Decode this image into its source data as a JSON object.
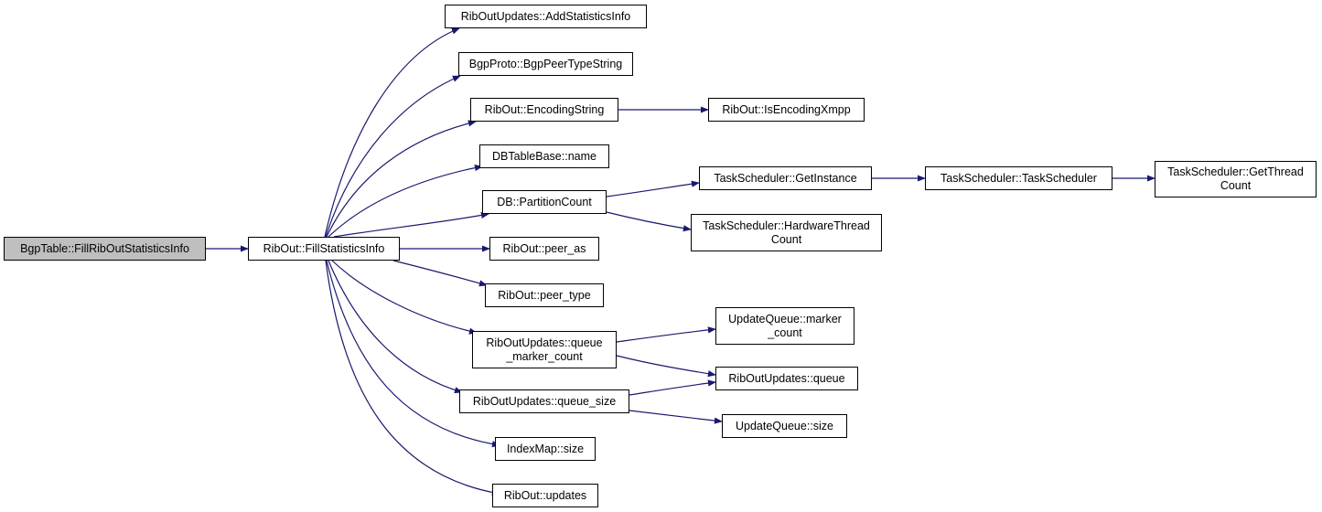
{
  "colors": {
    "edge": "#191970",
    "root_fill": "#bfbfbf",
    "node_fill": "#ffffff",
    "border": "#000000"
  },
  "nodes": [
    {
      "id": "n0",
      "name": "node-bgptable-fillriboutstatisticsinfo",
      "lines": [
        "BgpTable::FillRibOutStatisticsInfo"
      ],
      "root": true
    },
    {
      "id": "n1",
      "name": "node-ribout-fillstatisticsinfo",
      "lines": [
        "RibOut::FillStatisticsInfo"
      ]
    },
    {
      "id": "n2",
      "name": "node-riboutupdates-addstatisticsinfo",
      "lines": [
        "RibOutUpdates::AddStatisticsInfo"
      ]
    },
    {
      "id": "n3",
      "name": "node-bgpproto-bgppeertypestring",
      "lines": [
        "BgpProto::BgpPeerTypeString"
      ]
    },
    {
      "id": "n4",
      "name": "node-ribout-encodingstring",
      "lines": [
        "RibOut::EncodingString"
      ]
    },
    {
      "id": "n5",
      "name": "node-ribout-isencodingxmpp",
      "lines": [
        "RibOut::IsEncodingXmpp"
      ]
    },
    {
      "id": "n6",
      "name": "node-dbtablebase-name",
      "lines": [
        "DBTableBase::name"
      ]
    },
    {
      "id": "n7",
      "name": "node-db-partitioncount",
      "lines": [
        "DB::PartitionCount"
      ]
    },
    {
      "id": "n8",
      "name": "node-taskscheduler-getinstance",
      "lines": [
        "TaskScheduler::GetInstance"
      ]
    },
    {
      "id": "n9",
      "name": "node-taskscheduler-taskscheduler",
      "lines": [
        "TaskScheduler::TaskScheduler"
      ]
    },
    {
      "id": "n10",
      "name": "node-taskscheduler-getthreadcount",
      "lines": [
        "TaskScheduler::GetThread",
        "Count"
      ]
    },
    {
      "id": "n11",
      "name": "node-taskscheduler-hardwarethreadcount",
      "lines": [
        "TaskScheduler::HardwareThread",
        "Count"
      ]
    },
    {
      "id": "n12",
      "name": "node-ribout-peer-as",
      "lines": [
        "RibOut::peer_as"
      ]
    },
    {
      "id": "n13",
      "name": "node-ribout-peer-type",
      "lines": [
        "RibOut::peer_type"
      ]
    },
    {
      "id": "n14",
      "name": "node-riboutupdates-queue-marker-count",
      "lines": [
        "RibOutUpdates::queue",
        "_marker_count"
      ]
    },
    {
      "id": "n15",
      "name": "node-updatequeue-marker-count",
      "lines": [
        "UpdateQueue::marker",
        "_count"
      ]
    },
    {
      "id": "n16",
      "name": "node-riboutupdates-queue",
      "lines": [
        "RibOutUpdates::queue"
      ]
    },
    {
      "id": "n17",
      "name": "node-riboutupdates-queue-size",
      "lines": [
        "RibOutUpdates::queue_size"
      ]
    },
    {
      "id": "n18",
      "name": "node-updatequeue-size",
      "lines": [
        "UpdateQueue::size"
      ]
    },
    {
      "id": "n19",
      "name": "node-indexmap-size",
      "lines": [
        "IndexMap::size"
      ]
    },
    {
      "id": "n20",
      "name": "node-ribout-updates",
      "lines": [
        "RibOut::updates"
      ]
    }
  ]
}
